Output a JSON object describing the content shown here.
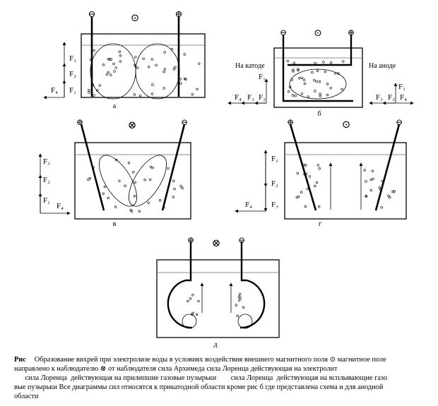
{
  "panels": {
    "a": {
      "label": "а",
      "field_symbol": "⊙",
      "left_electrode": "⊖",
      "right_electrode": "⊕",
      "forces": [
        "F₃",
        "F₂",
        "F₁",
        "F₄"
      ]
    },
    "b": {
      "label": "б",
      "field_symbol": "⊙",
      "left_electrode": "⊖",
      "right_electrode": "⊕",
      "cathode_label": "На катоде",
      "anode_label": "На аноде",
      "cathode_forces": [
        "F₁",
        "F₄",
        "F₃",
        "F₂"
      ],
      "anode_forces": [
        "F₁",
        "F₃",
        "F₂",
        "F₄"
      ]
    },
    "v": {
      "label": "в",
      "field_symbol": "⊗",
      "left_electrode": "⊕",
      "right_electrode": "⊖",
      "forces": [
        "F₃",
        "F₂",
        "F₁",
        "F₄"
      ]
    },
    "g": {
      "label": "г",
      "field_symbol": "⊙",
      "left_electrode": "⊕",
      "right_electrode": "⊖",
      "forces": [
        "F₁",
        "F₂",
        "F₃",
        "F₄"
      ]
    },
    "d": {
      "label": "д",
      "field_symbol": "⊗",
      "left_electrode": "⊕",
      "right_electrode": "⊖"
    }
  },
  "caption": {
    "prefix": "Рис",
    "lines": [
      "Образование вихрей при электролизе воды в условиях воздействия внешнего магнитного поля  ⊙   магнитное поле",
      "направлено к наблюдателю  ⊗    от наблюдателя        сила Архимеда        сила Лоренца  действующая на электролит",
      "      сила Лоренца  действующая на прилипшие газовые пузырьки        сила Лоренца  действующая на всплывающие газо",
      "вые пузырьки   Все диаграммы сил относятся к прикатодной области кроме рис    б  где представлена схема и для анодной",
      "области"
    ]
  }
}
